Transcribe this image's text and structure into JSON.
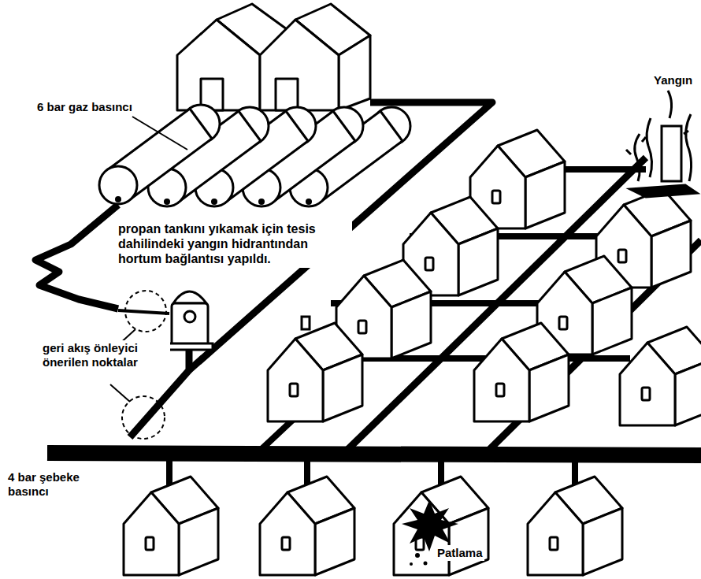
{
  "diagram": {
    "labels": [
      "6 bar gaz basıncı",
      "propan tankını yıkamak için tesis dahilindeki yangın hidrantından hortum bağlantısı yapıldı.",
      "geri akış önleyici önerilen noktalar",
      "4 bar şebeke basıncı",
      "Yangın",
      "Patlama"
    ]
  }
}
